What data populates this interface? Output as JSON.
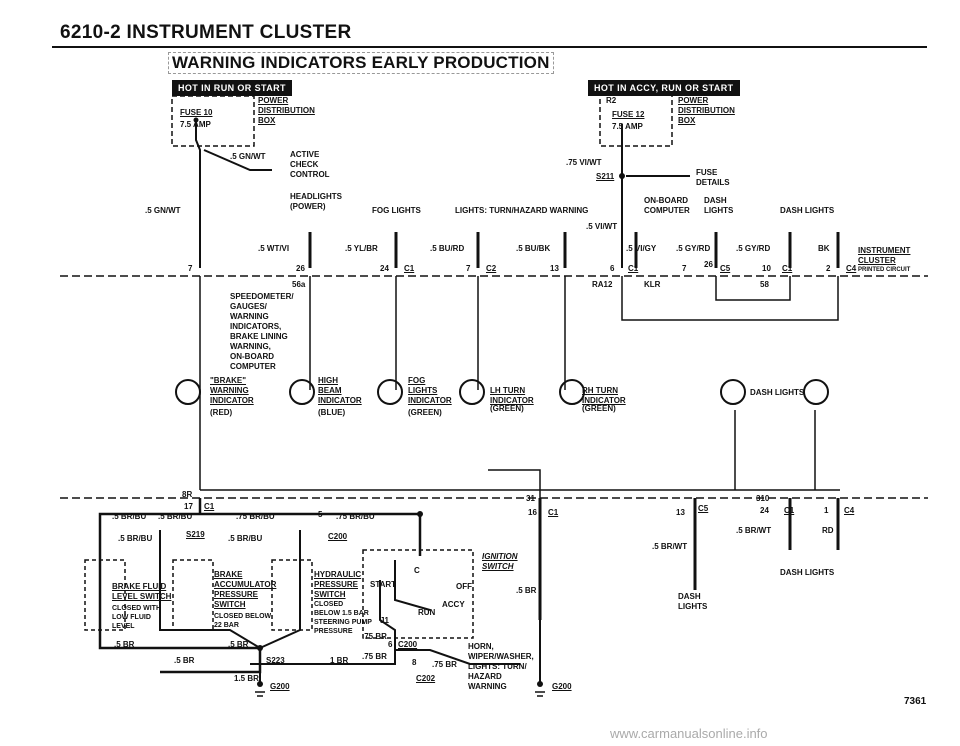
{
  "header": {
    "title": "6210-2  INSTRUMENT CLUSTER",
    "subtitle": "WARNING INDICATORS EARLY PRODUCTION"
  },
  "tags": {
    "left": "HOT IN RUN OR START",
    "right": "HOT IN ACCY, RUN OR START"
  },
  "fuses": {
    "fuse10": {
      "name": "FUSE 10",
      "amp": "7.5 AMP",
      "box": "POWER\nDISTRIBUTION\nBOX"
    },
    "fuse12": {
      "name": "FUSE 12",
      "amp": "7.5 AMP",
      "box": "POWER\nDISTRIBUTION\nBOX",
      "r": "R2"
    }
  },
  "top_labels": {
    "active_check": "ACTIVE\nCHECK\nCONTROL",
    "wire_gnwt": ".5 GN/WT",
    "gnwt_left": ".5 GN/WT",
    "headlights": "HEADLIGHTS\n(POWER)",
    "fog": "FOG LIGHTS",
    "turn": "LIGHTS: TURN/HAZARD WARNING",
    "onboard": "ON-BOARD\nCOMPUTER",
    "dash": "DASH\nLIGHTS",
    "dash2": "DASH LIGHTS",
    "fuse_details": "FUSE\nDETAILS",
    "vi75": ".75 VI/WT",
    "s211": "S211",
    "vi5": ".5 VI/WT"
  },
  "wires": [
    ".5 WT/VI",
    ".5 YL/BR",
    ".5 BU/RD",
    ".5 BU/BK",
    ".5 VI/GY",
    ".5 GY/RD",
    ".5 GY/RD",
    "BK"
  ],
  "pins": [
    "7",
    "26",
    "24",
    "C1",
    "7",
    "C2",
    "13",
    "6",
    "C1",
    "7",
    "26",
    "C5",
    "10",
    "C1",
    "2",
    "C4"
  ],
  "pin_sub": [
    "56a",
    "RA12",
    "KLR",
    "58"
  ],
  "cluster_label": "INSTRUMENT\nCLUSTER",
  "cluster_note": "PRINTED CIRCUIT",
  "indicators": [
    {
      "label": "\"BRAKE\"\nWARNING\nINDICATOR",
      "note": "(RED)"
    },
    {
      "label": "HIGH\nBEAM\nINDICATOR",
      "note": "(BLUE)"
    },
    {
      "label": "FOG\nLIGHTS\nINDICATOR",
      "note": "(GREEN)"
    },
    {
      "label": "LH TURN\nINDICATOR",
      "note": "(GREEN)"
    },
    {
      "label": "RH TURN\nINDICATOR",
      "note": "(GREEN)"
    },
    {
      "label": "DASH LIGHTS",
      "note": ""
    }
  ],
  "speedo_note": "SPEEDOMETER/\nGAUGES/\nWARNING\nINDICATORS,\nBRAKE LINING\nWARNING,\nON-BOARD\nCOMPUTER",
  "bottom": {
    "pin8r": "8R",
    "pin17": "17",
    "c1a": "C1",
    "w1": ".5 BR/BU",
    "w2": ".5 BR/BU",
    "w3": ".75 BR/BU",
    "w4": ".75 BR/BU",
    "n5": "5",
    "p31": "31",
    "p16": "16",
    "c1b": "C1",
    "p13": "13",
    "c5": "C5",
    "p310": "310",
    "p24": "24",
    "c1c": "C1",
    "p1": "1",
    "c4": "C4",
    "w5": ".5 BR/BU",
    "s219": "S219",
    "w6": ".5 BR/BU",
    "c200a": "C200",
    "brwt": ".5 BR/WT",
    "brwt2": ".5 BR/WT",
    "rd": "RD",
    "dashl": "DASH LIGHTS",
    "dashl2": "DASH\nLIGHTS",
    "sw1": "BRAKE FLUID\nLEVEL SWITCH",
    "sw1n": "CLOSED WITH\nLOW FLUID\nLEVEL",
    "sw2": "BRAKE\nACCUMULATOR\nPRESSURE\nSWITCH",
    "sw2n": "CLOSED BELOW\n22 BAR",
    "sw3": "HYDRAULIC\nPRESSURE\nSWITCH",
    "sw3n": "CLOSED\nBELOW 1.5 BAR\nSTEERING PUMP\nPRESSURE",
    "ign": "IGNITION\nSWITCH",
    "start": "START",
    "off": "OFF",
    "run": "RUN",
    "accy": "ACCY",
    "j1": "J1",
    "ign_c": "C",
    "br5a": ".5 BR",
    "br5b": ".5 BR",
    "br5c": ".5 BR",
    "br5d": ".5 BR",
    "br5e": ".5 BR",
    "br75a": ".75 BR",
    "br75b": ".75 BR",
    "br75c": ".75 BR",
    "br1": "1 BR",
    "br15": "1.5 BR",
    "s223": "S223",
    "g200a": "G200",
    "c200b": "C200",
    "c202": "C202",
    "p6": "6",
    "p8": "8",
    "horn": "HORN,\nWIPER/WASHER,\nLIGHTS: TURN/\nHAZARD\nWARNING",
    "g200b": "G200"
  },
  "page_no": "7361",
  "watermark": "www.carmanualsonline.info"
}
